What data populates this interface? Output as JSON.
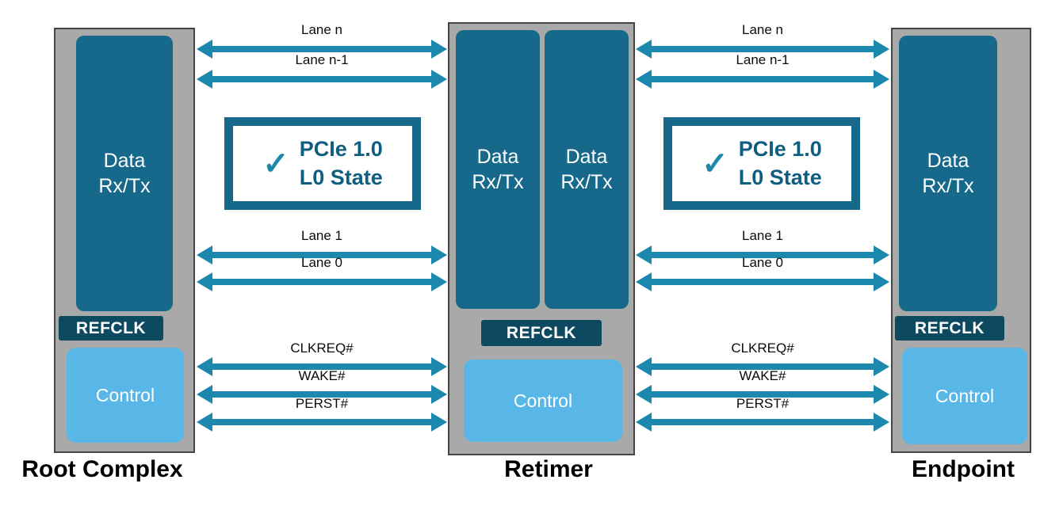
{
  "blocks": [
    {
      "label": "Root Complex",
      "data_boxes": [
        "Data\nRx/Tx"
      ],
      "refclk": "REFCLK",
      "control": "Control"
    },
    {
      "label": "Retimer",
      "data_boxes": [
        "Data\nRx/Tx",
        "Data\nRx/Tx"
      ],
      "refclk": "REFCLK",
      "control": "Control"
    },
    {
      "label": "Endpoint",
      "data_boxes": [
        "Data\nRx/Tx"
      ],
      "refclk": "REFCLK",
      "control": "Control"
    }
  ],
  "links": {
    "lane_n": "Lane n",
    "lane_n1": "Lane n-1",
    "lane_1": "Lane 1",
    "lane_0": "Lane 0",
    "clkreq": "CLKREQ#",
    "wake": "WAKE#",
    "perst": "PERST#",
    "badge": {
      "check": "✓",
      "text": "PCIe 1.0\nL0 State"
    }
  },
  "colors": {
    "block_gray": "#a9a9a9",
    "block_border": "#454545",
    "teal_dark": "#17698b",
    "refclk_navy": "#0d4a61",
    "control_blue": "#58b7e7",
    "arrow_teal": "#1d88ae",
    "badge_text_teal": "#0f5e80"
  }
}
